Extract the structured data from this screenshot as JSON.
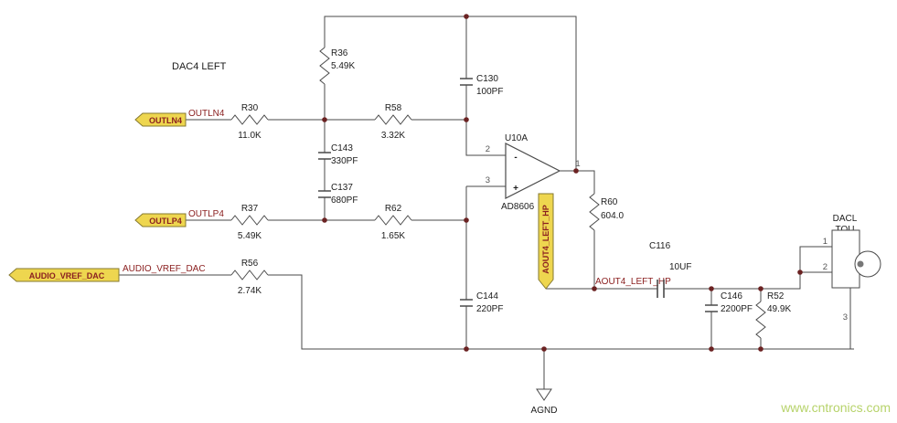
{
  "title": "DAC4 LEFT",
  "watermark": "www.cntronics.com",
  "colors": {
    "flag_fill": "#eed64f",
    "net_text": "#8b2020",
    "wire": "#4a4a4a",
    "watermark": "#b7d36b"
  },
  "ports": {
    "outln4": {
      "label": "OUTLN4",
      "net": "OUTLN4"
    },
    "outlp4": {
      "label": "OUTLP4",
      "net": "OUTLP4"
    },
    "vref": {
      "label": "AUDIO_VREF_DAC",
      "net": "AUDIO_VREF_DAC"
    },
    "aout": {
      "label": "AOUT4_LEFT_HP",
      "net": "AOUT4_LEFT_HP"
    }
  },
  "components": {
    "r30": {
      "ref": "R30",
      "value": "11.0K"
    },
    "r58": {
      "ref": "R58",
      "value": "3.32K"
    },
    "r36": {
      "ref": "R36",
      "value": "5.49K"
    },
    "r37": {
      "ref": "R37",
      "value": "5.49K"
    },
    "r62": {
      "ref": "R62",
      "value": "1.65K"
    },
    "r56": {
      "ref": "R56",
      "value": "2.74K"
    },
    "r60": {
      "ref": "R60",
      "value": "604.0"
    },
    "r52": {
      "ref": "R52",
      "value": "49.9K"
    },
    "c130": {
      "ref": "C130",
      "value": "100PF"
    },
    "c143": {
      "ref": "C143",
      "value": "330PF"
    },
    "c137": {
      "ref": "C137",
      "value": "680PF"
    },
    "c144": {
      "ref": "C144",
      "value": "220PF"
    },
    "c116": {
      "ref": "C116",
      "value": "10UF"
    },
    "c146": {
      "ref": "C146",
      "value": "2200PF"
    },
    "opamp": {
      "ref": "U10A",
      "part": "AD8606",
      "pin_neg": "2",
      "pin_pos": "3",
      "pin_out": "1",
      "minus": "-",
      "plus": "+"
    },
    "jack": {
      "name_line1": "DACL",
      "name_line2": "TOU",
      "pin1": "1",
      "pin2": "2",
      "pin3": "3"
    }
  },
  "ground": {
    "label": "AGND"
  }
}
